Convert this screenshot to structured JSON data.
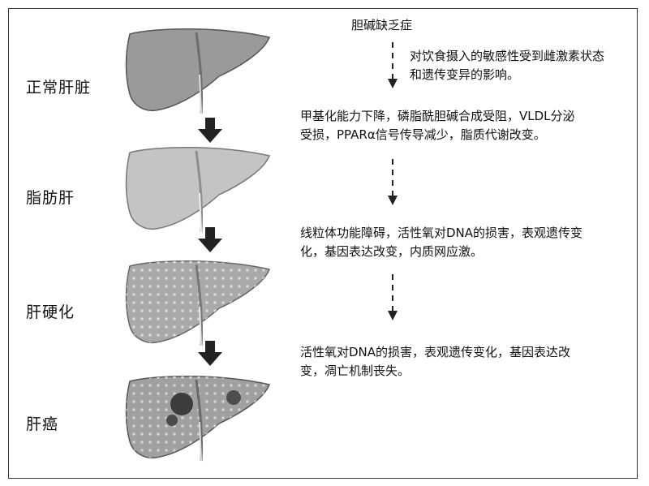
{
  "stages": [
    {
      "label": "正常肝脏"
    },
    {
      "label": "脂肪肝"
    },
    {
      "label": "肝硬化"
    },
    {
      "label": "肝癌"
    }
  ],
  "right": {
    "title": "胆碱缺乏症",
    "notes": [
      "对饮食摄入的敏感性受到雌激素状态",
      "和遗传变异的影响。",
      "甲基化能力下降，磷脂酰胆碱合成受阻，VLDL分泌",
      "受损，PPARα信号传导减少，脂质代谢改变。",
      "线粒体功能障碍，活性氧对DNA的损害，表观遗传变",
      "化，基因表达改变，内质网应激。",
      "活性氧对DNA的损害，表观遗传变化，基因表达改",
      "变，凋亡机制丧失。"
    ]
  }
}
